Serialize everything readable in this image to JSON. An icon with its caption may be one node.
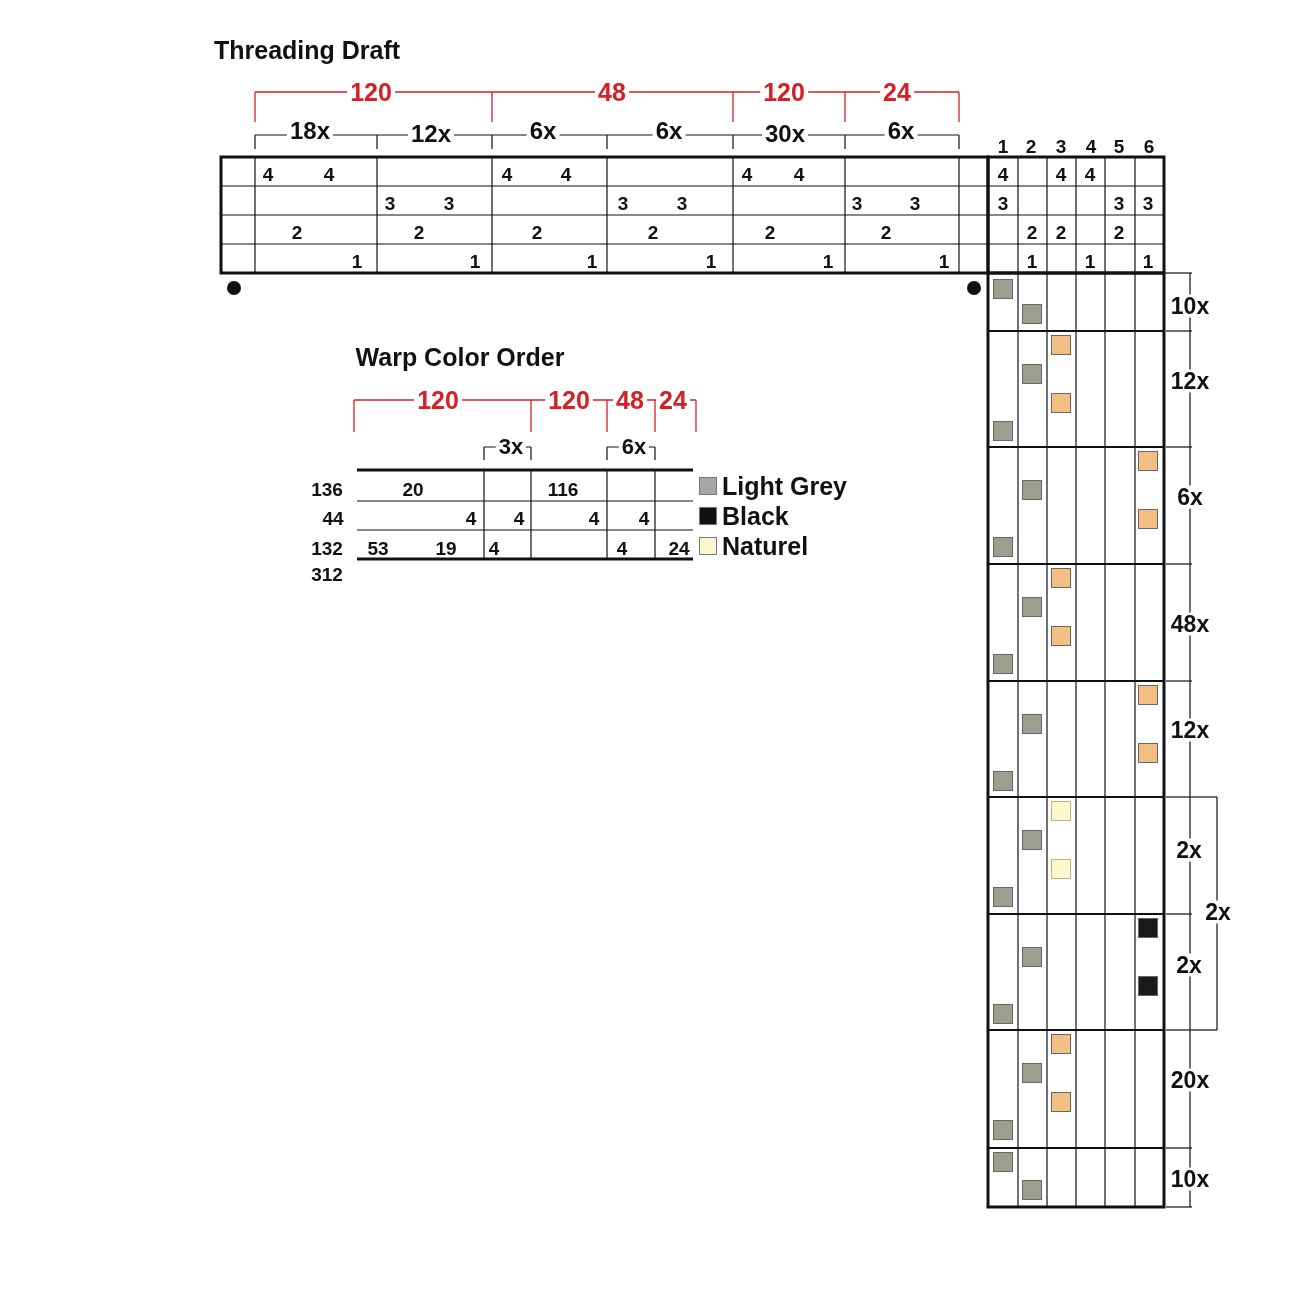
{
  "diagram": {
    "title": "Threading Draft",
    "labels": [
      "120",
      "48",
      "120",
      "24",
      "18x",
      "12x",
      "6x",
      "6x",
      "30x",
      "6x",
      "4",
      "4",
      "4",
      "4",
      "4",
      "4",
      "3",
      "3",
      "3",
      "3",
      "3",
      "3",
      "2",
      "2",
      "2",
      "2",
      "2",
      "2",
      "1",
      "1",
      "1",
      "1",
      "1",
      "1",
      "1",
      "2",
      "3",
      "4",
      "5",
      "6",
      "4",
      "4",
      "4",
      "3",
      "3",
      "3",
      "2",
      "2",
      "2",
      "1",
      "1",
      "1",
      "10x",
      "12x",
      "6x",
      "48x",
      "12x",
      "2x",
      "2x",
      "2x",
      "20x",
      "10x",
      "Warp Color Order",
      "120",
      "120",
      "48",
      "24",
      "3x",
      "6x",
      "136",
      "20",
      "116",
      "44",
      "4",
      "4",
      "4",
      "4",
      "132",
      "53",
      "19",
      "4",
      "4",
      "24",
      "312"
    ],
    "legend": [
      {
        "text": "Light Grey",
        "color": "#a5a5a5"
      },
      {
        "text": "Black",
        "color": "#111111"
      },
      {
        "text": "Naturel",
        "color": "#fdf7cf"
      }
    ]
  }
}
